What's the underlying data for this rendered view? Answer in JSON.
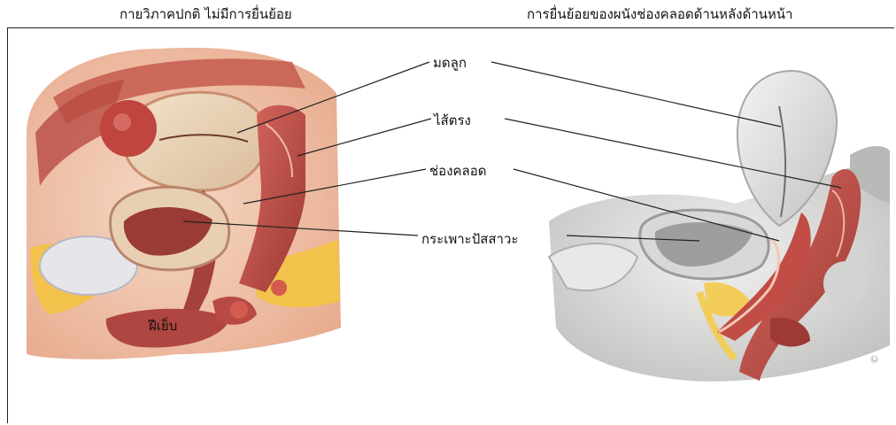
{
  "titles": {
    "left": "กายวิภาคปกติ ไม่มีการยื่นย้อย",
    "right": "การยื่นย้อยของผนังช่องคลอดด้านหลังด้านหน้า"
  },
  "labels": {
    "uterus": "มดลูก",
    "rectum": "ไส้ตรง",
    "vagina": "ช่องคลอด",
    "bladder": "กระเพาะปัสสาวะ",
    "perineum": "ฝีเย็บ"
  },
  "colors": {
    "muscle": "#c8564f",
    "muscle_dark": "#8e2f2f",
    "uterus": "#ecd7bd",
    "fat": "#f2c24a",
    "skin": "#f4cdb8",
    "gray_tissue": "#c9c9c7",
    "gray_dark": "#8d8d8b"
  }
}
